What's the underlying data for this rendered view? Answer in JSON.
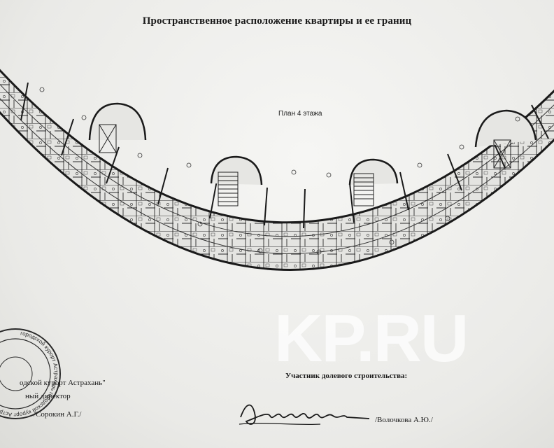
{
  "document": {
    "title": "Пространственное расположение квартиры и ее границ",
    "plan_label": "План 4 этажа",
    "watermark": "KP.RU",
    "stamp_text": "городской курорт Астрахань",
    "developer": {
      "org": "одской курорт Астрахань\"",
      "role": "ный директор",
      "signature": "/Сорокин А.Г./"
    },
    "participant": {
      "label": "Участник долевого строительства:",
      "signature": "/Волочкова А.Ю./"
    }
  }
}
